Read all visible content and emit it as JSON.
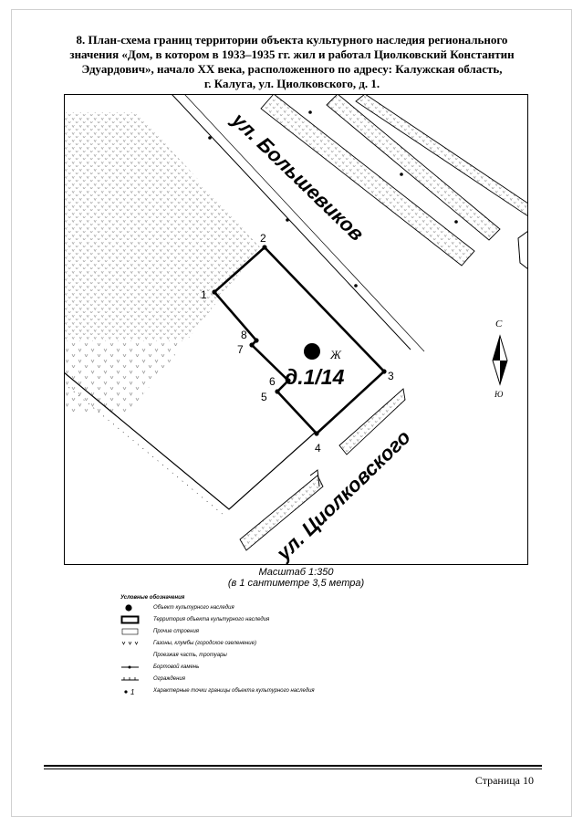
{
  "title": {
    "line1": "8. План-схема границ территории объекта культурного наследия регионального",
    "line2": "значения «Дом, в котором в 1933–1935 гг. жил и работал Циолковский Константин",
    "line3": "Эдуардович», начало XX века, расположенного по адресу: Калужская область,",
    "line4": "г. Калуга, ул. Циолковского, д. 1."
  },
  "map": {
    "street_top": "ул. Большевиков",
    "street_bottom": "ул. Циолковского",
    "house_number": "д.1/14",
    "residential_mark": "Ж",
    "compass_north": "С",
    "compass_south": "Ю",
    "points": [
      {
        "label": "1"
      },
      {
        "label": "2"
      },
      {
        "label": "3"
      },
      {
        "label": "4"
      },
      {
        "label": "5"
      },
      {
        "label": "6"
      },
      {
        "label": "7"
      },
      {
        "label": "8"
      }
    ]
  },
  "scale": {
    "line1": "Масштаб 1:350",
    "line2": "(в 1 сантиметре 3,5 метра)"
  },
  "legend": {
    "title": "Условные обозначения",
    "items": [
      {
        "symbol": "dot-icon",
        "label": "Объект культурного наследия"
      },
      {
        "symbol": "territory-rect-icon",
        "label": "Территория объекта культурного наследия"
      },
      {
        "symbol": "building-rect-icon",
        "label": "Прочие строения"
      },
      {
        "symbol": "lawn-hatch-icon",
        "label": "Газоны, клумбы (городское озеленение)"
      },
      {
        "symbol": "blank-icon",
        "label": "Проезжая часть, тротуары"
      },
      {
        "symbol": "curb-line-icon",
        "label": "Бортовой камень"
      },
      {
        "symbol": "fence-line-icon",
        "label": "Ограждения"
      },
      {
        "symbol": "point-marker-icon",
        "label": "Характерные точки границы объекта культурного наследия",
        "marker": "1"
      }
    ]
  },
  "footer": {
    "page": "Страница 10"
  }
}
